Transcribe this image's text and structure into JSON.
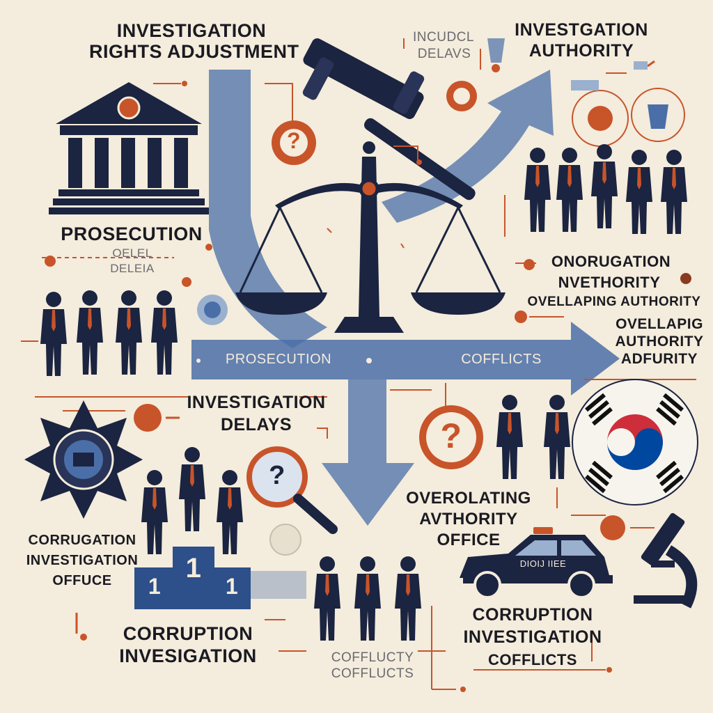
{
  "labels": {
    "title_line1": "INVESTIGATION",
    "title_line2": "RIGHTS ADJUSTMENT",
    "top_faint_1": "INCUDCL",
    "top_faint_2": "DELAVS",
    "authority_line1": "INVESTGATION",
    "authority_line2": "AUTHORITY",
    "prosecution": "PROSECUTION",
    "left_faint_1": "OELEL",
    "left_faint_2": "DELEIA",
    "right_label_1": "ONORUGATION",
    "right_label_2": "NVETHORITY",
    "right_label_3": "OVELLAPING AUTHORITY",
    "far_right_1": "OVELLAPIG",
    "far_right_2": "AUTHORITY",
    "far_right_3": "ADFURITY",
    "arrow_left_text": "PROSECUTION",
    "arrow_right_text": "COFFLICTS",
    "delays_line1": "INVESTIGATION",
    "delays_line2": "DELAYS",
    "overlap_line1": "OVEROLATING",
    "overlap_line2": "AVTHORITY",
    "overlap_line3": "OFFICE",
    "corr_office_1": "CORRUGATION",
    "corr_office_2": "INVESTIGATION",
    "corr_office_3": "OFFUCE",
    "corr_inv_1": "CORRUPTION",
    "corr_inv_2": "INVESIGATION",
    "bottom_faint_1": "COFFLUCTY",
    "bottom_faint_2": "COFFLUCTS",
    "br_line1": "CORRUPTION",
    "br_line2": "INVESTIGATION",
    "br_line3": "COFFLICTS",
    "question_mark": "?",
    "podium_left": "1",
    "podium_center": "1",
    "podium_right": "1",
    "car_text": "DIOIJ IIEE"
  },
  "colors": {
    "background": "#f4ecdc",
    "navy": "#1b2440",
    "blue_arrow": "#4a6fa8",
    "orange": "#c8542a",
    "korea_red": "#cd2e3a",
    "korea_blue": "#0047a0"
  }
}
